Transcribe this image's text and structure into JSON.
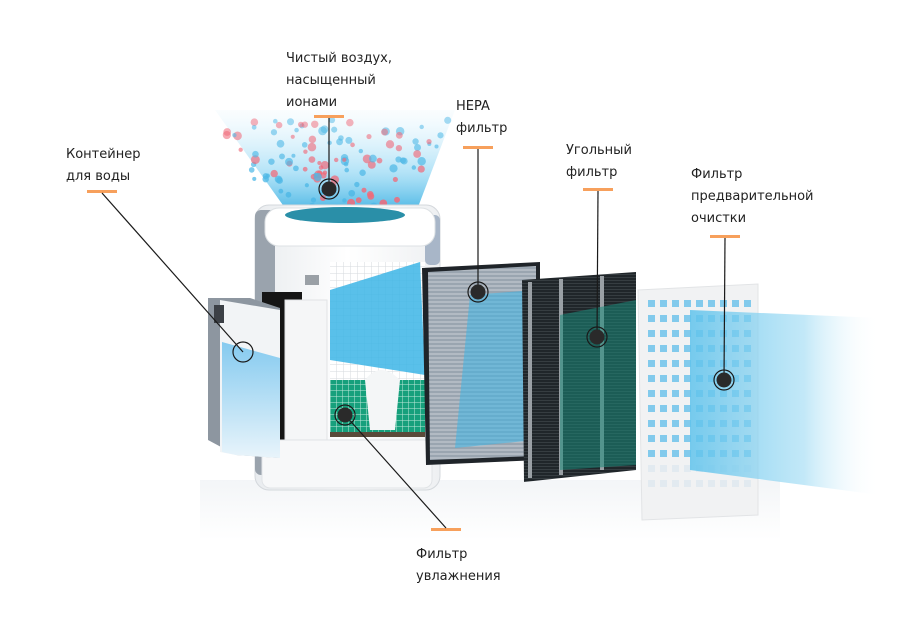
{
  "title": "Схема фильтрации воздухоочистителя",
  "colors": {
    "accent_dash": "#f7a05c",
    "leader_line": "#1a1a1a",
    "air_blue": "#38b6e8",
    "ion_red": "#ef6a7a",
    "ion_blue": "#4fb8e6",
    "hepa": "#8e9aa6",
    "carbon": "#1f2326",
    "humid_filter": "#1a9a78"
  },
  "labels": [
    {
      "id": "clean-air",
      "lines": [
        "Чистый воздух,",
        "насыщенный",
        "ионами"
      ]
    },
    {
      "id": "water-container",
      "lines": [
        "Контейнер",
        "для воды"
      ]
    },
    {
      "id": "hepa-filter",
      "lines": [
        "HEPA",
        "фильтр"
      ]
    },
    {
      "id": "carbon-filter",
      "lines": [
        "Угольный",
        "фильтр"
      ]
    },
    {
      "id": "pre-filter",
      "lines": [
        "Фильтр",
        "предварительной",
        "очистки"
      ]
    },
    {
      "id": "humidifying-filter",
      "lines": [
        "Фильтр",
        "увлажнения"
      ]
    }
  ]
}
